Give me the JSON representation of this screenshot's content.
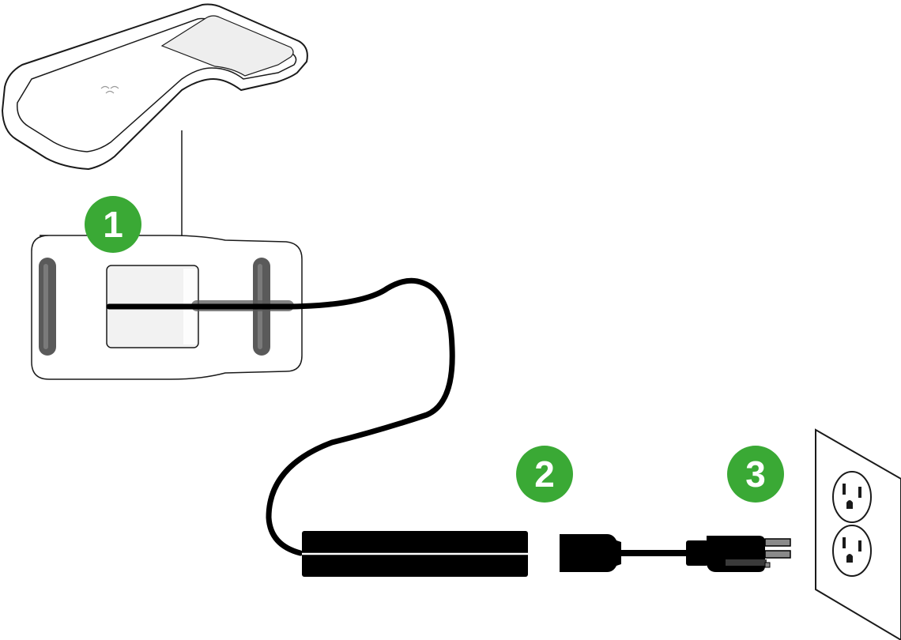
{
  "steps": [
    {
      "number": "1"
    },
    {
      "number": "2"
    },
    {
      "number": "3"
    }
  ],
  "colors": {
    "step_badge": "#3aa935",
    "outline": "#1a1a1a",
    "device_fill": "#ffffff",
    "cable": "#000000",
    "grip_gray": "#5a5a5a",
    "panel_fill": "#f2f2f2"
  },
  "icons": {
    "device": "reader-device",
    "adapter": "power-brick",
    "connector": "ac-plug",
    "outlet": "wall-outlet"
  }
}
